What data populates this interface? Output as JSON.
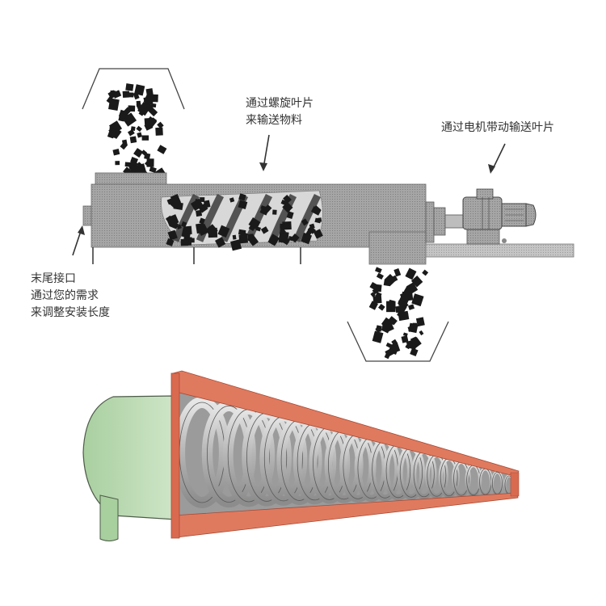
{
  "annotations": {
    "screw_blade": {
      "line1": "通过螺旋叶片",
      "line2": "来输送物料"
    },
    "motor": {
      "line1": "通过电机带动输送叶片"
    },
    "tail": {
      "line1": "末尾接口",
      "line2": "通过您的需求",
      "line3": "来调整安装长度"
    }
  },
  "colors": {
    "trough_gray": "#9a9a9a",
    "material_black": "#1a1a1a",
    "end_cap_green": "#b8d8b0",
    "trough_red": "#e07055",
    "screw_steel": "#c8c8c8"
  }
}
